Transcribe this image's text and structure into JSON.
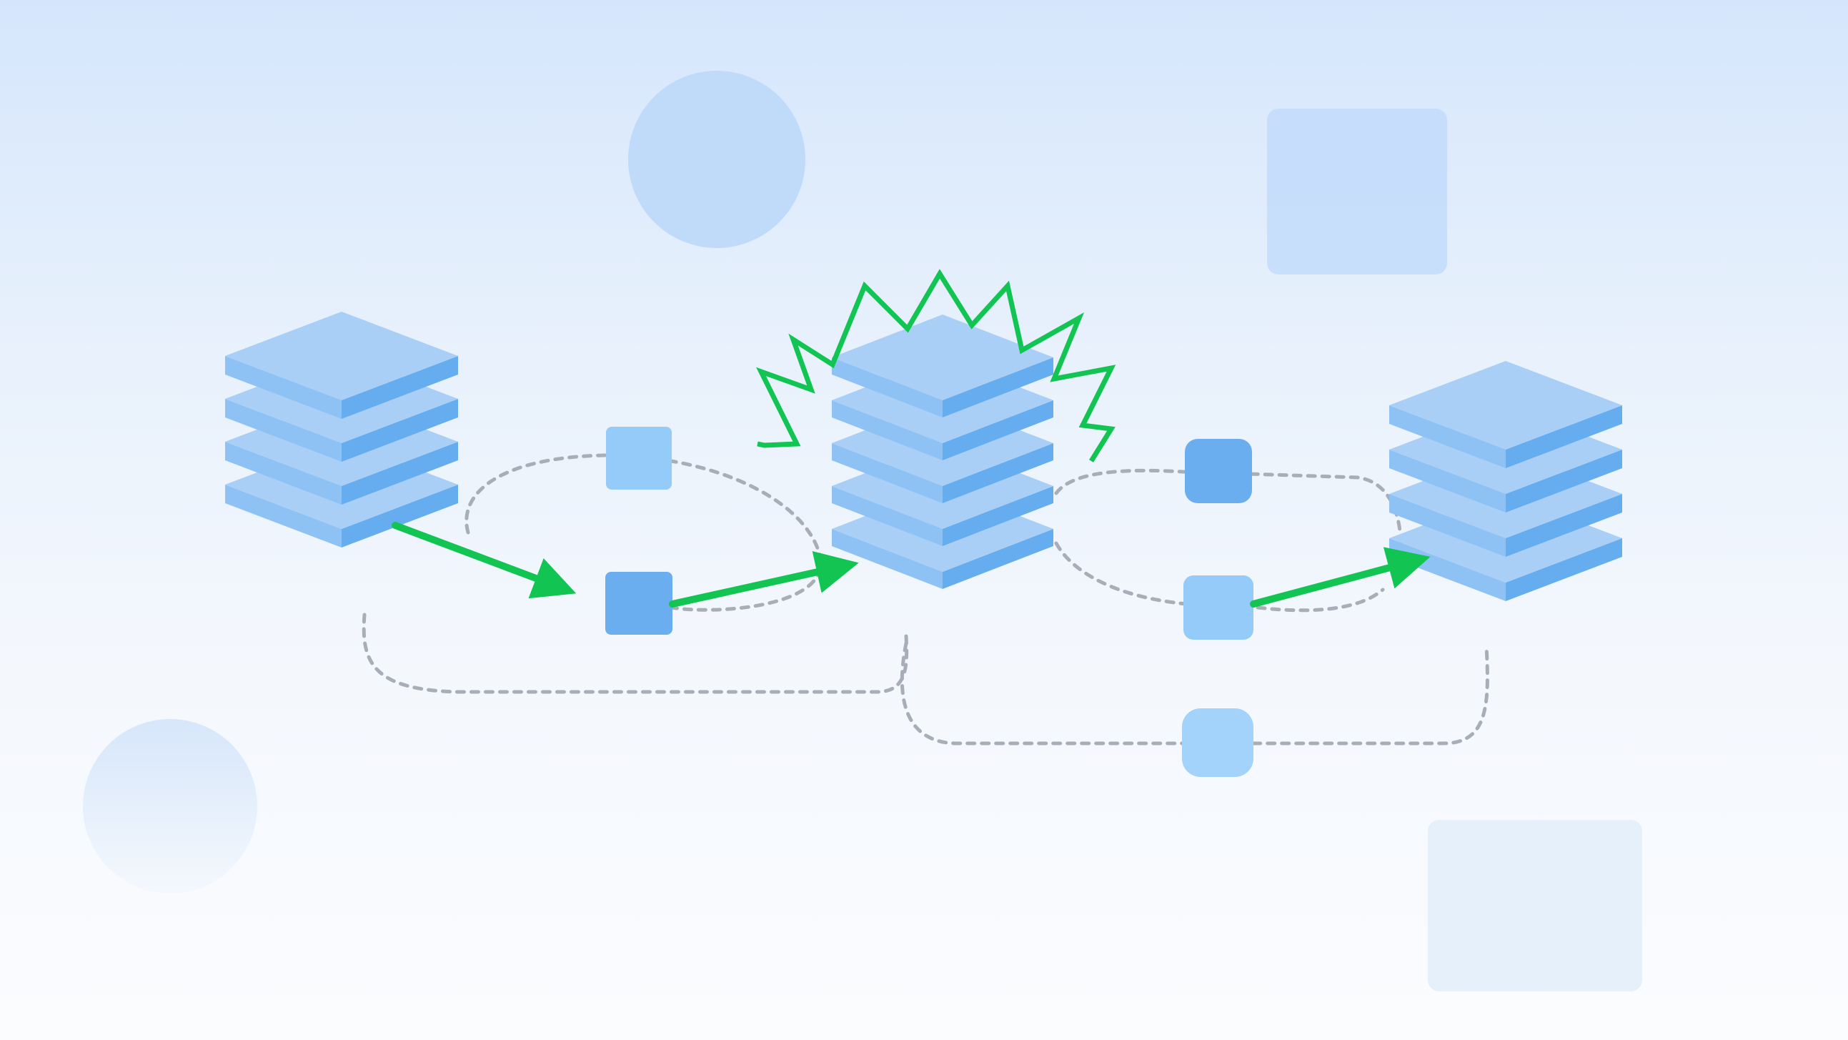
{
  "diagram": {
    "nodes": [
      {
        "id": "stack-left",
        "kind": "layer-stack",
        "layers": 4
      },
      {
        "id": "stack-center",
        "kind": "layer-stack",
        "layers": 5,
        "highlighted": true
      },
      {
        "id": "stack-right",
        "kind": "layer-stack",
        "layers": 4
      },
      {
        "id": "connector-1",
        "kind": "square-node"
      },
      {
        "id": "connector-2",
        "kind": "square-node"
      },
      {
        "id": "connector-3",
        "kind": "square-node"
      },
      {
        "id": "connector-4",
        "kind": "square-node"
      },
      {
        "id": "connector-5",
        "kind": "square-node"
      }
    ],
    "active_path": [
      "stack-left",
      "connector-2",
      "stack-center",
      "connector-4",
      "stack-right"
    ],
    "highlight": {
      "target": "stack-center",
      "style": "zigzag-burst"
    },
    "edge_styles": {
      "active": "solid-arrow",
      "inactive": "dashed-loop"
    }
  },
  "colors": {
    "accent": "#12c452",
    "layer_top": "#a9cff7",
    "layer_side": "#66adf0",
    "node_light": "#94cbf8",
    "node_dark": "#6aaef0",
    "dash": "#a8aeb8",
    "background_top": "#d5e6fc",
    "background_bottom": "#fbfcfe"
  }
}
